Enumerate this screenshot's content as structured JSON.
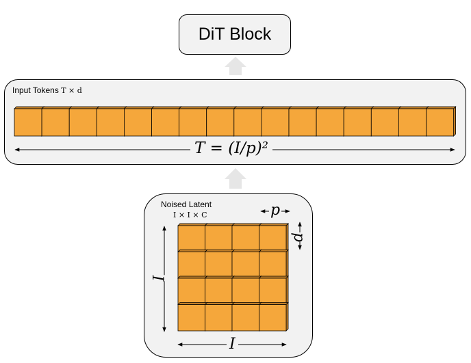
{
  "dit_block": {
    "label": "DiT Block"
  },
  "input_tokens": {
    "label": "Input Tokens",
    "shape": "T × d",
    "token_count": 16,
    "length_formula": "T = (I/p)²"
  },
  "noised_latent": {
    "label": "Noised Latent",
    "shape": "I × I × C",
    "grid_rows": 4,
    "grid_cols": 4,
    "side_label": "I",
    "patch_label": "p"
  },
  "colors": {
    "token_fill": "#f5a73b",
    "token_dark": "#c4812a",
    "panel_fill": "#f2f2f2",
    "flow_arrow": "#e6e6e6",
    "stroke": "#000000"
  }
}
